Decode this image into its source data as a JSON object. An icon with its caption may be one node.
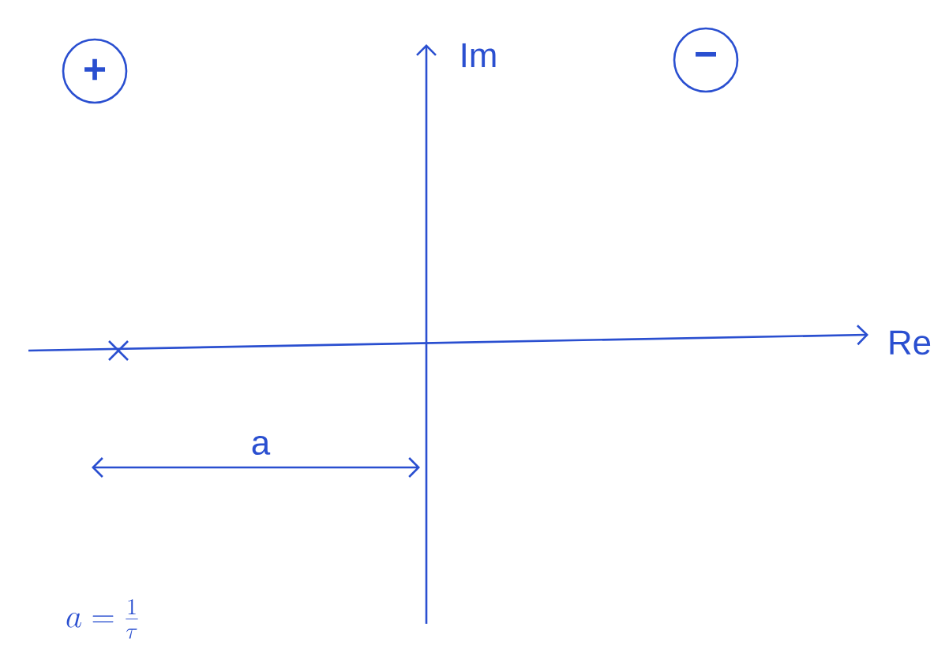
{
  "diagram": {
    "nodes": [
      {
        "text": [
          "+"
        ]
      },
      {
        "text": [
          "−"
        ]
      }
    ],
    "labels": [
      "Im",
      "Re",
      "a",
      "a = \\frac{1}{\\tau}"
    ]
  }
}
